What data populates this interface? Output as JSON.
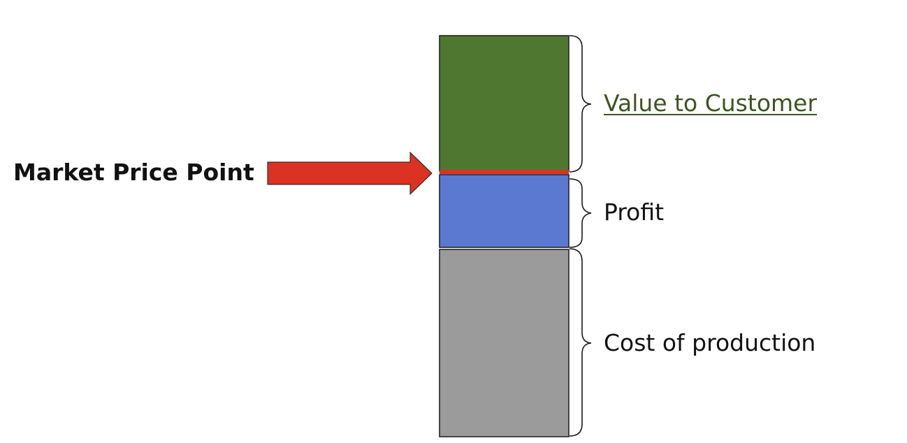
{
  "labels": {
    "market_price_point": "Market Price Point",
    "value_to_customer": "Value to Customer",
    "profit": "Profit",
    "cost_of_production": "Cost of production"
  },
  "colors": {
    "value_segment": "#50772F",
    "profit_segment": "#5B79D1",
    "cost_segment": "#9B9B9B",
    "price_line": "#D93224",
    "arrow": "#DB3223",
    "value_label": "#3D5421",
    "text": "#111111",
    "outline": "#1A1A1A"
  },
  "icons": {
    "arrow": "arrow-right-icon"
  }
}
